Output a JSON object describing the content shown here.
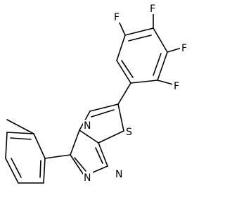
{
  "molecule": {
    "atoms": {
      "f1": "F",
      "f2": "F",
      "f3": "F",
      "f4": "F",
      "n1": "N",
      "n2": "N",
      "n3": "N",
      "s1": "S"
    },
    "colors": {
      "bond": "#000000",
      "label": "#000000",
      "background": "#ffffff"
    }
  }
}
